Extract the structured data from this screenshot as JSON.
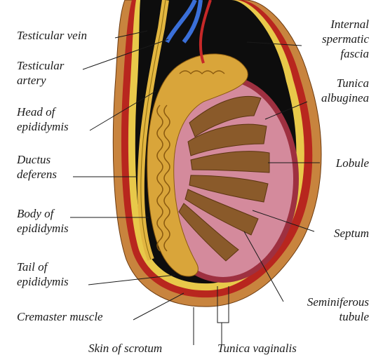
{
  "figure": {
    "labels": {
      "testicular_vein": "Testicular vein",
      "testicular_artery": [
        "Testicular",
        "artery"
      ],
      "head_of_epididymis": [
        "Head of",
        "epididymis"
      ],
      "ductus_deferens": [
        "Ductus",
        "deferens"
      ],
      "body_of_epididymis": [
        "Body of",
        "epididymis"
      ],
      "tail_of_epididymis": [
        "Tail of",
        "epididymis"
      ],
      "cremaster_muscle": "Cremaster muscle",
      "skin_of_scrotum": "Skin of scrotum",
      "tunica_vaginalis": "Tunica vaginalis",
      "internal_spermatic_fascia": [
        "Internal",
        "spermatic",
        "fascia"
      ],
      "tunica_albuginea": [
        "Tunica",
        "albuginea"
      ],
      "lobule": "Lobule",
      "septum": "Septum",
      "seminiferous_tubule": [
        "Seminiferous",
        "tubule"
      ]
    },
    "colors": {
      "skin": "#c8843e",
      "cremaster": "#b8261e",
      "fascia": "#e8c94a",
      "cavity": "#0d0d0d",
      "testis": "#c97a8c",
      "lobule": "#8a5a2a",
      "epididymis": "#d9a53a",
      "vein": "#3a6fd8"
    }
  }
}
